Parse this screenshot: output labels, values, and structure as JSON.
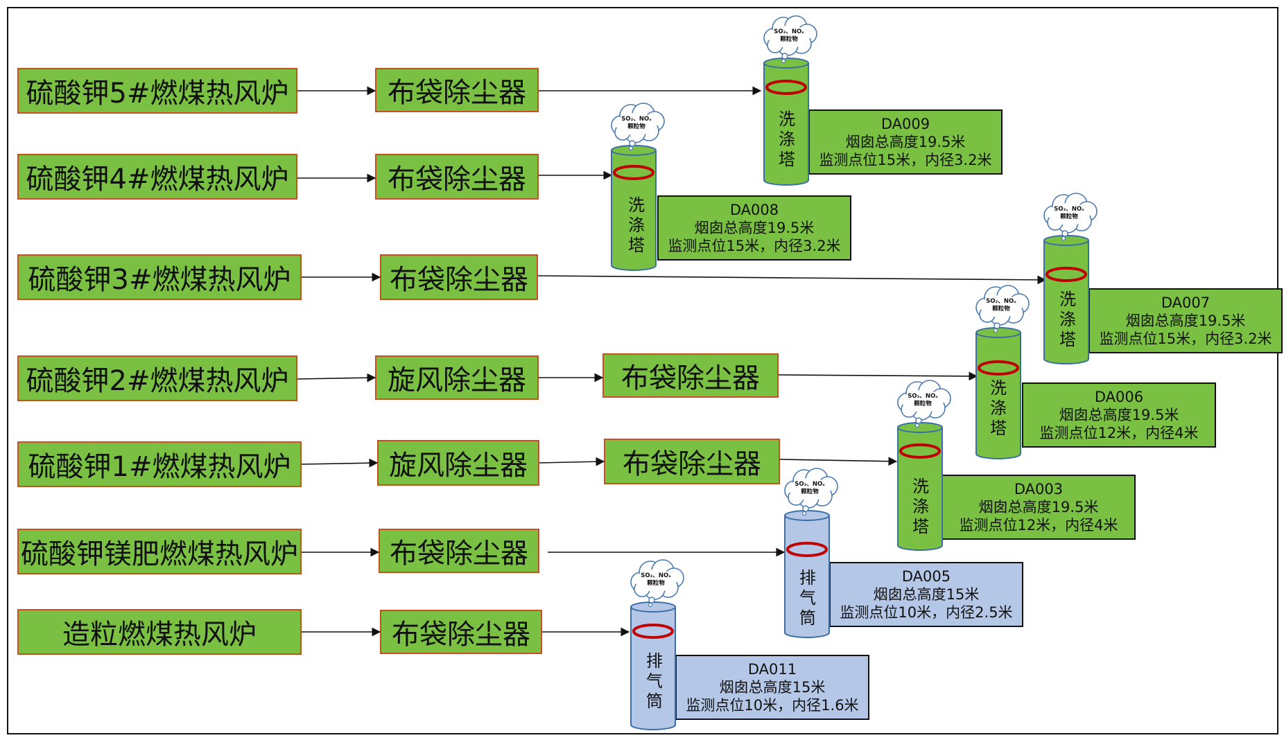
{
  "colors": {
    "green": "#7ac143",
    "blue": "#b4c7e7",
    "box_border": "#c8501e",
    "ring": "#c00000",
    "line": "#111111"
  },
  "rows": [
    {
      "source": "硫酸钾5#燃煤热风炉",
      "stages": [
        "布袋除尘器"
      ]
    },
    {
      "source": "硫酸钾4#燃煤热风炉",
      "stages": [
        "布袋除尘器"
      ]
    },
    {
      "source": "硫酸钾3#燃煤热风炉",
      "stages": [
        "布袋除尘器"
      ]
    },
    {
      "source": "硫酸钾2#燃煤热风炉",
      "stages": [
        "旋风除尘器",
        "布袋除尘器"
      ]
    },
    {
      "source": "硫酸钾1#燃煤热风炉",
      "stages": [
        "旋风除尘器",
        "布袋除尘器"
      ]
    },
    {
      "source": "硫酸钾镁肥燃煤热风炉",
      "stages": [
        "布袋除尘器"
      ]
    },
    {
      "source": "造粒燃煤热风炉",
      "stages": [
        "布袋除尘器"
      ]
    }
  ],
  "cloud_text": {
    "line1": "SO₂、NOₓ",
    "line2": "颗粒物"
  },
  "towers": [
    {
      "label": "洗涤塔",
      "id": "DA009",
      "height_text": "烟囱总高度19.5米",
      "monitor_text": "监测点位15米，内径3.2米",
      "color": "green"
    },
    {
      "label": "洗涤塔",
      "id": "DA008",
      "height_text": "烟囱总高度19.5米",
      "monitor_text": "监测点位15米，内径3.2米",
      "color": "green"
    },
    {
      "label": "洗涤塔",
      "id": "DA007",
      "height_text": "烟囱总高度19.5米",
      "monitor_text": "监测点位15米，内径3.2米",
      "color": "green"
    },
    {
      "label": "洗涤塔",
      "id": "DA006",
      "height_text": "烟囱总高度19.5米",
      "monitor_text": "监测点位12米，内径4米",
      "color": "green"
    },
    {
      "label": "洗涤塔",
      "id": "DA003",
      "height_text": "烟囱总高度19.5米",
      "monitor_text": "监测点位12米，内径4米",
      "color": "green"
    },
    {
      "label": "排气筒",
      "id": "DA005",
      "height_text": "烟囱总高度15米",
      "monitor_text": "监测点位10米，内径2.5米",
      "color": "blue"
    },
    {
      "label": "排气筒",
      "id": "DA011",
      "height_text": "烟囱总高度15米",
      "monitor_text": "监测点位10米，内径1.6米",
      "color": "blue"
    }
  ]
}
